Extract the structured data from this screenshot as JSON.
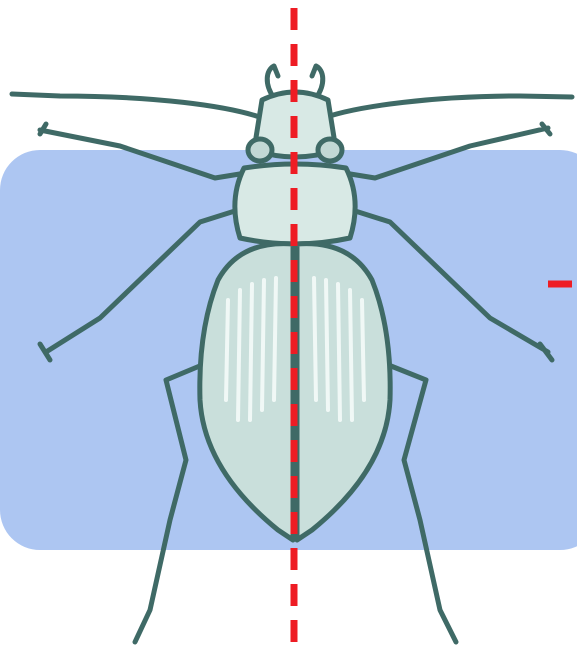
{
  "colors": {
    "background": "#ffffff",
    "panel": "#adc6f2",
    "beetle_body": "#c9dfdb",
    "beetle_body_light": "#e6f1ef",
    "beetle_outline": "#3f6a66",
    "stripe": "#f5fbfa",
    "symmetry_line": "#ee1c24"
  },
  "icons": {
    "beetle": "ground-beetle-illustration",
    "axis": "bilateral-symmetry-axis",
    "marker": "red-tick-marker"
  }
}
